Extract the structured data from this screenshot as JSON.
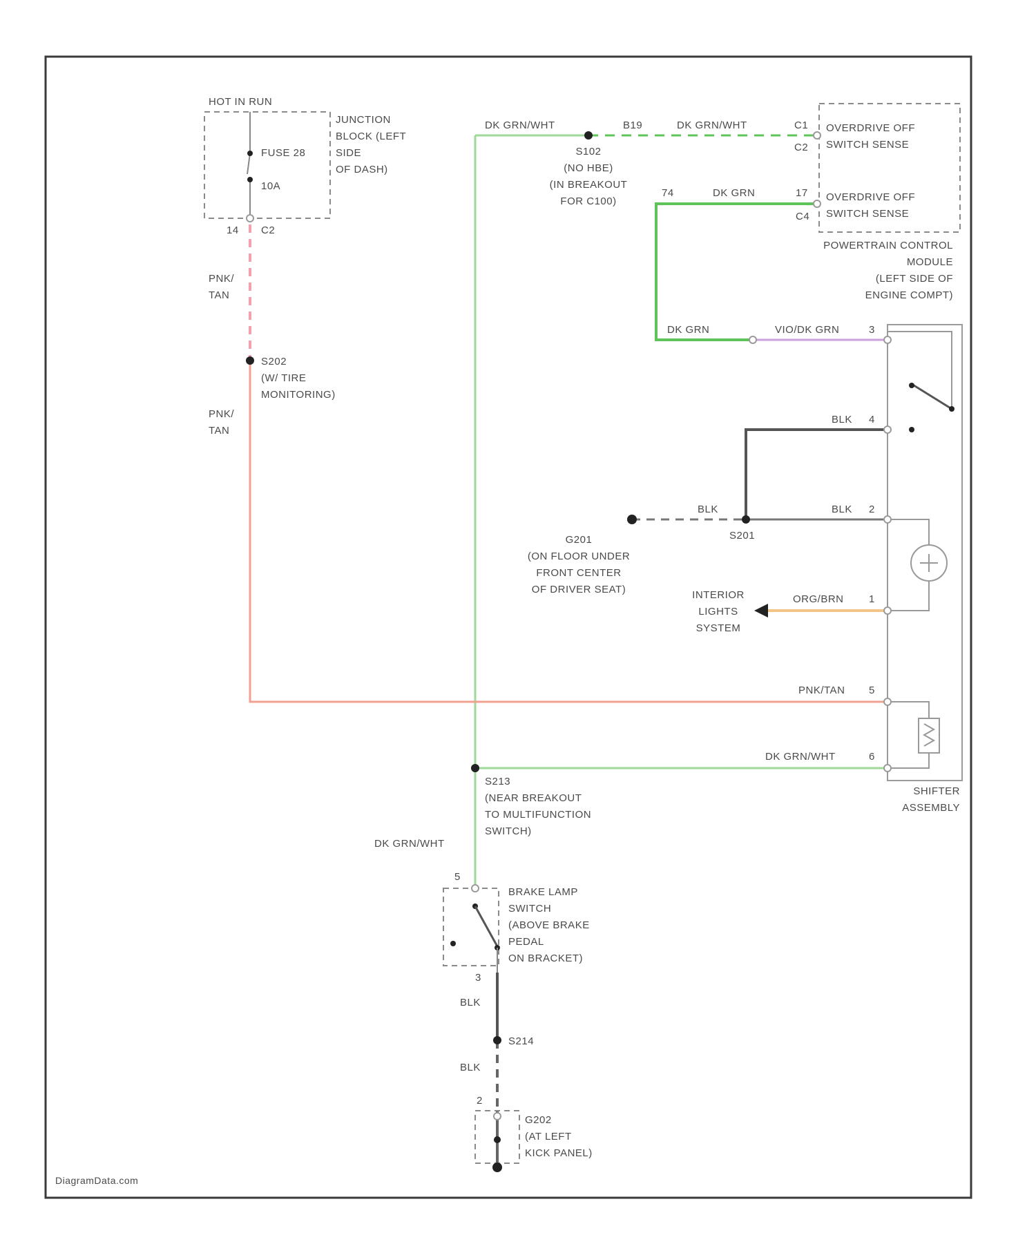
{
  "colors": {
    "green": "#9ed99a",
    "dark_green": "#5ec45a",
    "pink": "#f4a0ae",
    "red": "#f0a292",
    "violet": "#caa0dc",
    "orange": "#f2c488",
    "black": "#555555"
  },
  "footer": "DiagramData.com",
  "components": {
    "hot_in_run": "HOT IN RUN",
    "junction_block": [
      "JUNCTION",
      "BLOCK (LEFT",
      "SIDE",
      "OF DASH)"
    ],
    "fuse_name": "FUSE 28",
    "fuse_rating": "10A",
    "jb_pin_a": "14",
    "jb_pin_b": "C2",
    "s102": [
      "S102",
      "(NO HBE)",
      "(IN BREAKOUT",
      "FOR C100)"
    ],
    "s202": [
      "S202",
      "(W/ TIRE",
      "MONITORING)"
    ],
    "pcm_pin_c1": "C1",
    "pcm_pin_c2": "C2",
    "pcm_pin_17": "17",
    "pcm_pin_c4": "C4",
    "pcm_sense_1": [
      "OVERDRIVE OFF",
      "SWITCH SENSE"
    ],
    "pcm_sense_2": [
      "OVERDRIVE OFF",
      "SWITCH SENSE"
    ],
    "pcm_name": [
      "POWERTRAIN CONTROL",
      "MODULE",
      "(LEFT SIDE OF",
      "ENGINE COMPT)"
    ],
    "g201": [
      "G201",
      "(ON FLOOR UNDER",
      "FRONT CENTER",
      "OF DRIVER SEAT)"
    ],
    "s201": "S201",
    "interior_lights": [
      "INTERIOR",
      "LIGHTS",
      "SYSTEM"
    ],
    "shifter": [
      "SHIFTER",
      "ASSEMBLY"
    ],
    "s213": [
      "S213",
      "(NEAR BREAKOUT",
      "TO MULTIFUNCTION",
      "SWITCH)"
    ],
    "brake_switch": [
      "BRAKE LAMP",
      "SWITCH",
      "(ABOVE BRAKE",
      "PEDAL",
      "ON BRACKET)"
    ],
    "brake_pin_top": "5",
    "brake_pin_bottom": "3",
    "s214": "S214",
    "g202_pin": "2",
    "g202": [
      "G202",
      "(AT LEFT",
      "KICK PANEL)"
    ]
  },
  "wires": {
    "dk_grn_wht_top": "DK GRN/WHT",
    "wire_b19": "B19",
    "dk_grn_wht_dashed": "DK GRN/WHT",
    "wire_74": "74",
    "dk_grn_pcm": "DK GRN",
    "pnk_tan_1": [
      "PNK/",
      "TAN"
    ],
    "pnk_tan_2": [
      "PNK/",
      "TAN"
    ],
    "dk_grn_shifter": "DK GRN",
    "violet_grn": "VIO/DK GRN",
    "violet_grn_pin": "3",
    "blk_4": "BLK",
    "blk_4_pin": "4",
    "blk_g201": "BLK",
    "blk_2": "BLK",
    "blk_2_pin": "2",
    "org_brn": "ORG/BRN",
    "org_brn_pin": "1",
    "pnk_tan_5": "PNK/TAN",
    "pnk_tan_5_pin": "5",
    "dk_grn_wht_6": "DK GRN/WHT",
    "dk_grn_wht_6_pin": "6",
    "dk_grn_wht_vert": "DK GRN/WHT",
    "blk_brake": "BLK",
    "blk_g202": "BLK"
  }
}
